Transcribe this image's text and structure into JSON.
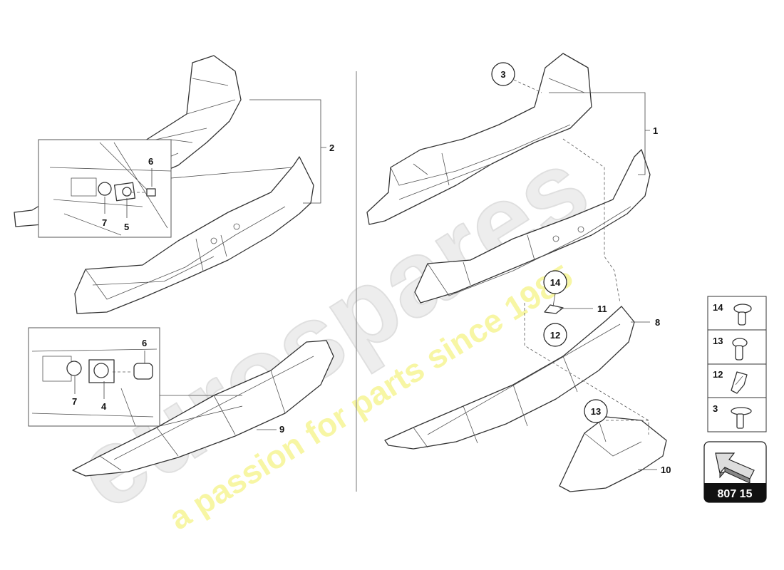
{
  "diagram_code": "807 15",
  "watermark": {
    "brand": "eurospares",
    "tagline": "a passion for parts since 1985",
    "tagline_color": "#f2f06a",
    "brand_color": "#e6e6e6"
  },
  "left_group": {
    "callouts": {
      "assembly": "2",
      "inset_top_6": "6",
      "inset_top_7": "7",
      "inset_top_5": "5",
      "inset_bottom_6": "6",
      "inset_bottom_7": "7",
      "inset_bottom_4": "4",
      "lower_diffuser": "9"
    }
  },
  "right_group": {
    "callouts": {
      "screw_top": "3",
      "assembly": "1",
      "clip_14": "14",
      "bracket": "11",
      "clip_12": "12",
      "diffuser": "8",
      "screw_13": "13",
      "cover": "10"
    }
  },
  "fastener_legend": [
    {
      "number": "14",
      "icon": "screw-flange-icon"
    },
    {
      "number": "13",
      "icon": "screw-torx-icon"
    },
    {
      "number": "12",
      "icon": "clip-nut-icon"
    },
    {
      "number": "3",
      "icon": "screw-washer-icon"
    }
  ]
}
